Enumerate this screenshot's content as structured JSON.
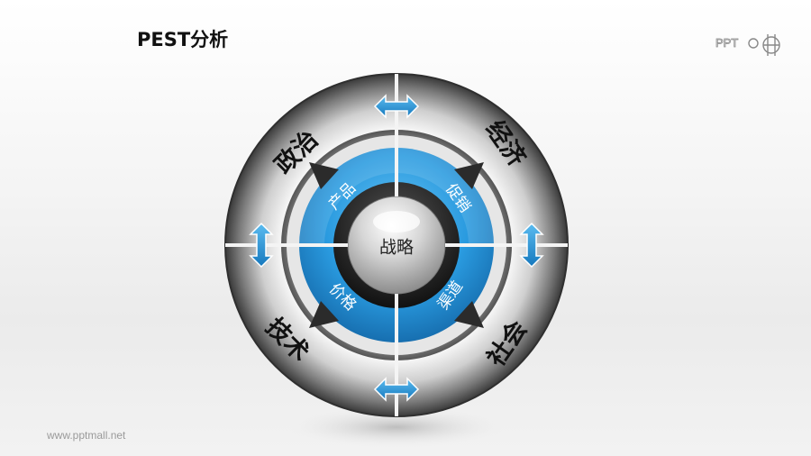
{
  "header": {
    "title": "PEST分析"
  },
  "footer": {
    "url": "www.pptmall.net"
  },
  "logo": {
    "text": "PPT"
  },
  "diagram": {
    "center": "战略",
    "outer_segments": [
      "政治",
      "经济",
      "社会",
      "技术"
    ],
    "inner_segments": [
      "产品",
      "促销",
      "渠道",
      "价格"
    ]
  },
  "colors": {
    "accent_blue": "#1c8fd6",
    "ring_gray": "#8a8a8a",
    "dark": "#2a2a2a"
  }
}
